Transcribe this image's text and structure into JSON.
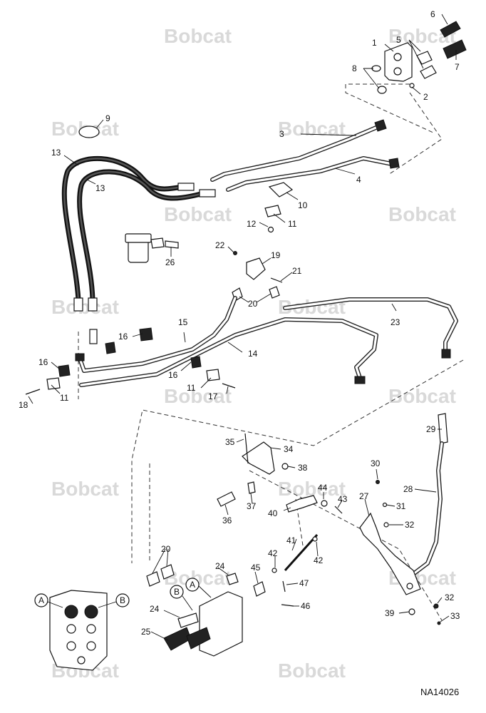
{
  "watermark": {
    "text": "Bobcat"
  },
  "drawing_id": "NA14026",
  "callouts": [
    {
      "id": "c1",
      "label": "1"
    },
    {
      "id": "c2",
      "label": "2"
    },
    {
      "id": "c3",
      "label": "3"
    },
    {
      "id": "c4",
      "label": "4"
    },
    {
      "id": "c5",
      "label": "5"
    },
    {
      "id": "c6",
      "label": "6"
    },
    {
      "id": "c7",
      "label": "7"
    },
    {
      "id": "c8",
      "label": "8"
    },
    {
      "id": "c9",
      "label": "9"
    },
    {
      "id": "c10",
      "label": "10"
    },
    {
      "id": "c11a",
      "label": "11"
    },
    {
      "id": "c11b",
      "label": "11"
    },
    {
      "id": "c11c",
      "label": "11"
    },
    {
      "id": "c12",
      "label": "12"
    },
    {
      "id": "c13a",
      "label": "13"
    },
    {
      "id": "c13b",
      "label": "13"
    },
    {
      "id": "c14",
      "label": "14"
    },
    {
      "id": "c15",
      "label": "15"
    },
    {
      "id": "c16a",
      "label": "16"
    },
    {
      "id": "c16b",
      "label": "16"
    },
    {
      "id": "c16c",
      "label": "16"
    },
    {
      "id": "c17",
      "label": "17"
    },
    {
      "id": "c18",
      "label": "18"
    },
    {
      "id": "c19",
      "label": "19"
    },
    {
      "id": "c20a",
      "label": "20"
    },
    {
      "id": "c20b",
      "label": "20"
    },
    {
      "id": "c21",
      "label": "21"
    },
    {
      "id": "c22",
      "label": "22"
    },
    {
      "id": "c23",
      "label": "23"
    },
    {
      "id": "c24a",
      "label": "24"
    },
    {
      "id": "c24b",
      "label": "24"
    },
    {
      "id": "c25",
      "label": "25"
    },
    {
      "id": "c26",
      "label": "26"
    },
    {
      "id": "c27",
      "label": "27"
    },
    {
      "id": "c28",
      "label": "28"
    },
    {
      "id": "c29",
      "label": "29"
    },
    {
      "id": "c30",
      "label": "30"
    },
    {
      "id": "c31",
      "label": "31"
    },
    {
      "id": "c32a",
      "label": "32"
    },
    {
      "id": "c32b",
      "label": "32"
    },
    {
      "id": "c33",
      "label": "33"
    },
    {
      "id": "c34",
      "label": "34"
    },
    {
      "id": "c35",
      "label": "35"
    },
    {
      "id": "c36",
      "label": "36"
    },
    {
      "id": "c37",
      "label": "37"
    },
    {
      "id": "c38",
      "label": "38"
    },
    {
      "id": "c39",
      "label": "39"
    },
    {
      "id": "c40",
      "label": "40"
    },
    {
      "id": "c41",
      "label": "41"
    },
    {
      "id": "c42a",
      "label": "42"
    },
    {
      "id": "c42b",
      "label": "42"
    },
    {
      "id": "c43",
      "label": "43"
    },
    {
      "id": "c44",
      "label": "44"
    },
    {
      "id": "c45",
      "label": "45"
    },
    {
      "id": "c46",
      "label": "46"
    },
    {
      "id": "c47",
      "label": "47"
    }
  ],
  "port_markers": [
    {
      "id": "pA1",
      "label": "A"
    },
    {
      "id": "pB1",
      "label": "B"
    },
    {
      "id": "pA2",
      "label": "A"
    },
    {
      "id": "pB2",
      "label": "B"
    }
  ]
}
